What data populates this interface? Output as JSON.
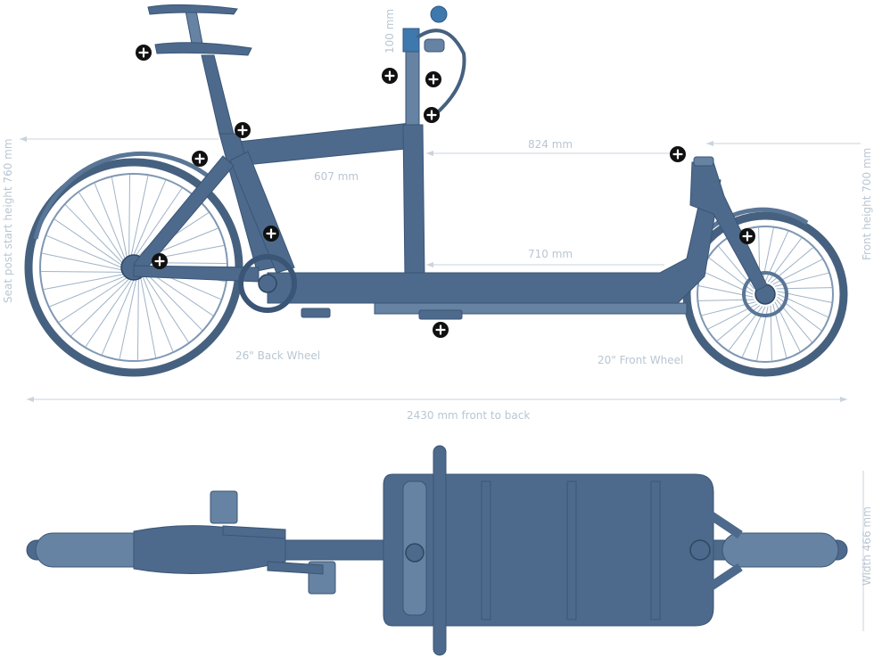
{
  "colors": {
    "frame": "#4d6a8c",
    "frame_dark": "#3a5576",
    "dimension_text": "#b9c6d2",
    "hotspot": "#111111",
    "accent_blue": "#3f78ad"
  },
  "dimensions": {
    "stem_height": "100 mm",
    "top_tube": "607 mm",
    "cargo_length_upper": "824 mm",
    "cargo_length_lower": "710 mm",
    "rear_wheel": "26\" Back Wheel",
    "front_wheel": "20\" Front Wheel",
    "overall_length": "2430 mm front to back",
    "seat_post_height": "Seat post start height 760 mm",
    "front_height": "Front height 700 mm",
    "width": "Width 466 mm"
  },
  "hotspots": [
    {
      "id": "saddle",
      "icon": "plus-circle-icon"
    },
    {
      "id": "handlebar-left",
      "icon": "plus-circle-icon"
    },
    {
      "id": "handlebar-right",
      "icon": "plus-circle-icon"
    },
    {
      "id": "headset",
      "icon": "plus-circle-icon"
    },
    {
      "id": "seat-clamp",
      "icon": "plus-circle-icon"
    },
    {
      "id": "frame-joint",
      "icon": "plus-circle-icon"
    },
    {
      "id": "cargo-rack",
      "icon": "plus-circle-icon"
    },
    {
      "id": "chainstay",
      "icon": "plus-circle-icon"
    },
    {
      "id": "rear-hub",
      "icon": "plus-circle-icon"
    },
    {
      "id": "front-fork",
      "icon": "plus-circle-icon"
    },
    {
      "id": "kickstand",
      "icon": "plus-circle-icon"
    }
  ]
}
